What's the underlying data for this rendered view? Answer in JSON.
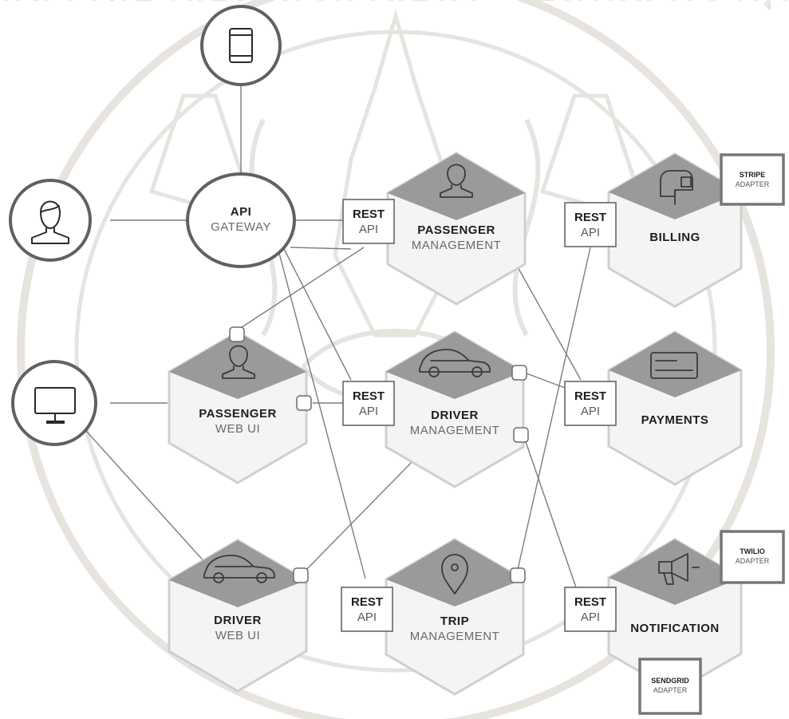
{
  "clients": {
    "mobile": {
      "icon": "mobile-device-icon"
    },
    "user": {
      "icon": "user-person-icon"
    },
    "desktop": {
      "icon": "desktop-monitor-icon"
    }
  },
  "gateway": {
    "line1": "API",
    "line2": "GATEWAY"
  },
  "services": {
    "passenger_management": {
      "line1": "PASSENGER",
      "line2": "MANAGEMENT",
      "icon": "person-icon"
    },
    "billing": {
      "line1": "BILLING",
      "icon": "mailbox-icon"
    },
    "passenger_web_ui": {
      "line1": "PASSENGER",
      "line2": "WEB UI",
      "icon": "person-icon"
    },
    "driver_management": {
      "line1": "DRIVER",
      "line2": "MANAGEMENT",
      "icon": "car-icon"
    },
    "payments": {
      "line1": "PAYMENTS",
      "icon": "credit-card-icon"
    },
    "driver_web_ui": {
      "line1": "DRIVER",
      "line2": "WEB UI",
      "icon": "car-icon"
    },
    "trip_management": {
      "line1": "TRIP",
      "line2": "MANAGEMENT",
      "icon": "location-pin-icon"
    },
    "notification": {
      "line1": "NOTIFICATION",
      "icon": "megaphone-icon"
    }
  },
  "rest_api": {
    "line1": "REST",
    "line2": "API"
  },
  "adapters": {
    "stripe": {
      "line1": "STRIPE",
      "line2": "ADAPTER"
    },
    "twilio": {
      "line1": "TWILIO",
      "line2": "ADAPTER"
    },
    "sendgrid": {
      "line1": "SENDGRID",
      "line2": "ADAPTER"
    }
  },
  "watermark": {
    "text": "มหาวิทยาลัยเทคโนโลยีพระจอมเกล้าเจ้าคุณทหารลาดกระบัง"
  },
  "colors": {
    "hex_top": "#9a9a9a",
    "hex_body": "#f4f4f4",
    "line": "#7c7c7c",
    "text": "#1e1e1e"
  }
}
